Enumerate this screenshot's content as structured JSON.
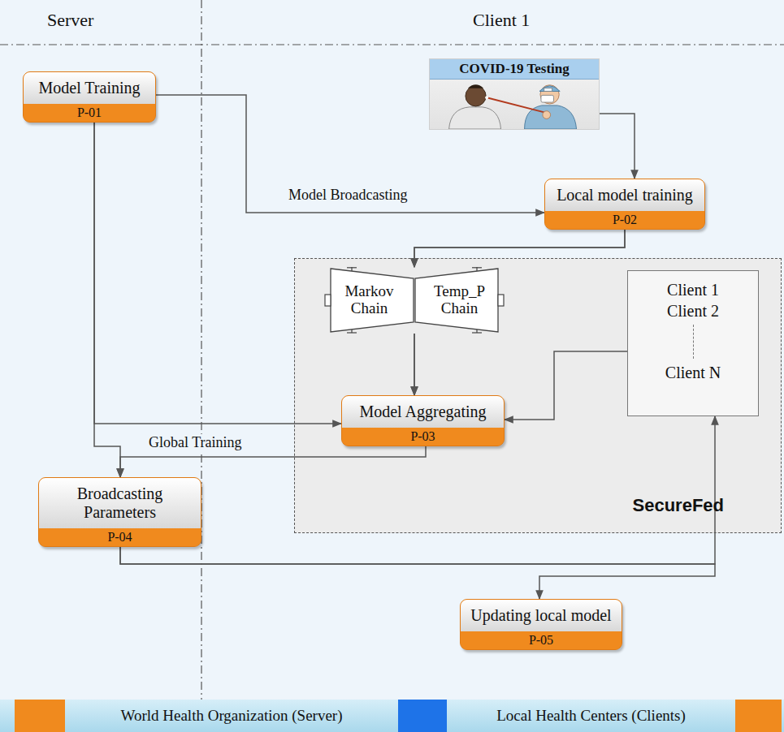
{
  "diagram": {
    "nodes": [
      {
        "text": [
          "Model Training",
          "P-01"
        ]
      },
      {
        "text": [
          "COVID-19 Testing"
        ]
      },
      {
        "text": [
          "Local model training",
          "P-02"
        ]
      },
      {
        "text": [
          "SecureFed"
        ]
      },
      {
        "text": [
          "Markov Chain"
        ],
        "in": 3
      },
      {
        "text": [
          "Temp_P Chain"
        ],
        "in": 3
      },
      {
        "text": [
          "Client 1",
          "Client 2",
          "Client N"
        ],
        "in": 3
      },
      {
        "text": [
          "Model Aggregating",
          "P-03"
        ],
        "in": 3
      },
      {
        "text": [
          "Broadcasting Parameters",
          "P-04"
        ]
      },
      {
        "text": [
          "Updating local model",
          "P-05"
        ]
      }
    ],
    "edges": [
      {
        "from": 0,
        "to": 2,
        "arrow": "to",
        "label": "Model Broadcasting"
      },
      {
        "from": 1,
        "to": 2,
        "arrow": "to"
      },
      {
        "from": 2,
        "to": 4,
        "arrow": "to"
      },
      {
        "from": 2,
        "to": 5,
        "arrow": "to"
      },
      {
        "from": 4,
        "to": 7,
        "arrow": "to"
      },
      {
        "from": 5,
        "to": 7,
        "arrow": "to"
      },
      {
        "from": 6,
        "to": 7,
        "arrow": "to"
      },
      {
        "from": 0,
        "to": 7,
        "arrow": "to"
      },
      {
        "from": 0,
        "to": 8,
        "arrow": "to"
      },
      {
        "from": 7,
        "to": 8,
        "arrow": "to",
        "label": "Global Training"
      },
      {
        "from": 8,
        "to": 6,
        "arrow": "to"
      },
      {
        "from": 8,
        "to": 9,
        "arrow": "to"
      }
    ],
    "labels": [
      "Server",
      "Client 1"
    ],
    "legend": [
      {
        "text": "World Health Organization (Server)",
        "color": "#f08a1e"
      },
      {
        "text": "Local Health Centers (Clients)",
        "color": "#1e73e8"
      }
    ]
  }
}
